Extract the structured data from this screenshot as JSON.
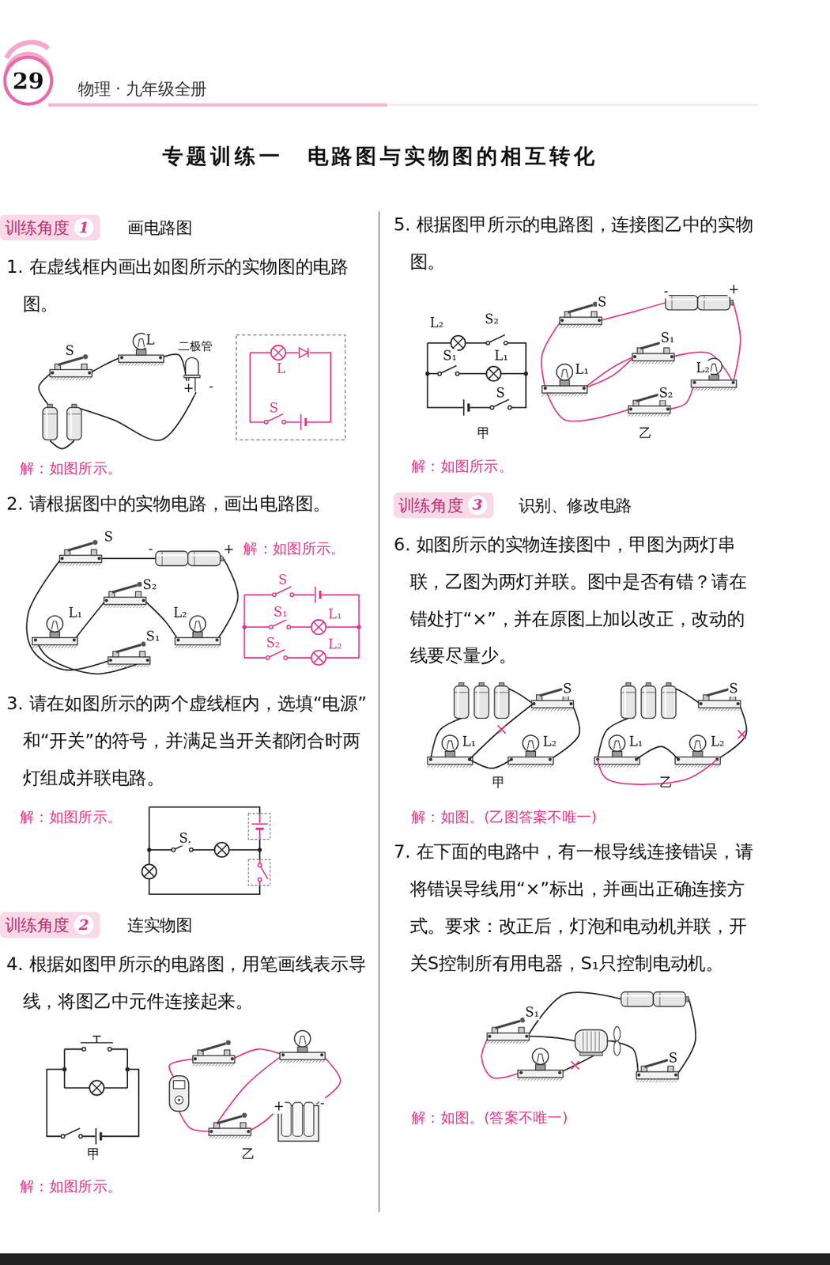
{
  "diagram": {
    "title": "专题训练一　电路图与实物图的相互转化",
    "nodes": [
      {
        "text": [
          "29"
        ]
      },
      {
        "text": [
          "训练角度",
          "1"
        ]
      },
      {
        "text": [
          "训练角度",
          "2"
        ]
      },
      {
        "text": [
          "训练角度",
          "3"
        ]
      }
    ],
    "labels": [
      "物理 · 九年级全册",
      "画电路图",
      "1. 在虚线框内画出如图所示的实物图的电路图。",
      "S",
      "L",
      "二极管",
      "+",
      "-",
      "L",
      "S",
      "解：如图所示。",
      "2. 请根据图中的实物电路，画出电路图。",
      "S",
      "-",
      "+",
      "S₂",
      "L₁",
      "L₂",
      "S₁",
      "解：如图所示。",
      "S",
      "S₁",
      "L₁",
      "S₂",
      "L₂",
      "3. 请在如图所示的两个虚线框内，选填“电源”和“开关”的符号，并满足当开关都闭合时两灯组成并联电路。",
      "解：如图所示。",
      "S",
      "连实物图",
      "4. 根据如图甲所示的电路图，用笔画线表示导线，将图乙中元件连接起来。",
      "甲",
      "乙",
      "+",
      "-",
      "解：如图所示。",
      "5. 根据图甲所示的电路图，连接图乙中的实物图。",
      "L₂",
      "S₂",
      "S₁",
      "L₁",
      "S",
      "甲",
      "S",
      "-",
      "+",
      "S₁",
      "L₁",
      "L₂",
      "S₂",
      "乙",
      "解：如图所示。",
      "识别、修改电路",
      "6. 如图所示的实物连接图中，甲图为两灯串联，乙图为两灯并联。图中是否有错？请在错处打“×”，并在原图上加以改正，改动的线要尽量少。",
      "S",
      "L₁",
      "L₂",
      "甲",
      "S",
      "L₁",
      "L₂",
      "乙",
      "解：如图。(乙图答案不唯一)",
      "7. 在下面的电路中，有一根导线连接错误，请将错误导线用“×”标出，并画出正确连接方式。要求：改正后，灯泡和电动机并联，开关S控制所有用电器，S₁只控制电动机。",
      "S₁",
      "S",
      "解：如图。(答案不唯一)"
    ]
  }
}
